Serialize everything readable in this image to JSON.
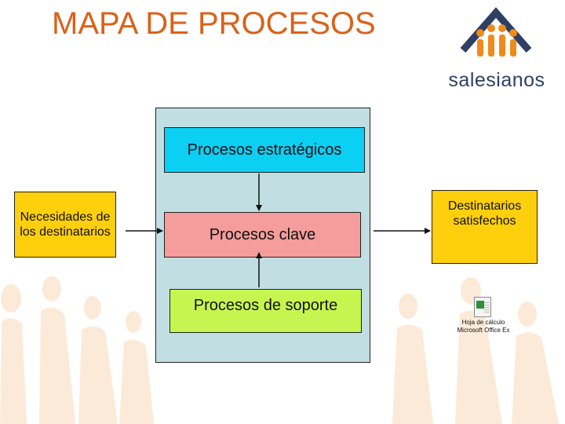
{
  "title": "MAPA DE PROCESOS",
  "logo": {
    "text": "salesianos"
  },
  "boxes": {
    "strategic": "Procesos estratégicos",
    "key": "Procesos clave",
    "support": "Procesos de soporte",
    "needs": "Necesidades de los destinatarios",
    "satisfied": "Destinatarios satisfechos"
  },
  "embedded_object": {
    "icon": "spreadsheet-icon",
    "caption_line1": "Hoja de cálculo",
    "caption_line2": "Microsoft Office Ex"
  },
  "colors": {
    "title": "#d9621a",
    "container": "#c1dfe2",
    "strategic": "#0ccff4",
    "key": "#f59d9c",
    "support": "#c7f54f",
    "endpoints": "#fecf0c",
    "logo_blue": "#2f3f63",
    "logo_orange": "#f08a1c"
  }
}
